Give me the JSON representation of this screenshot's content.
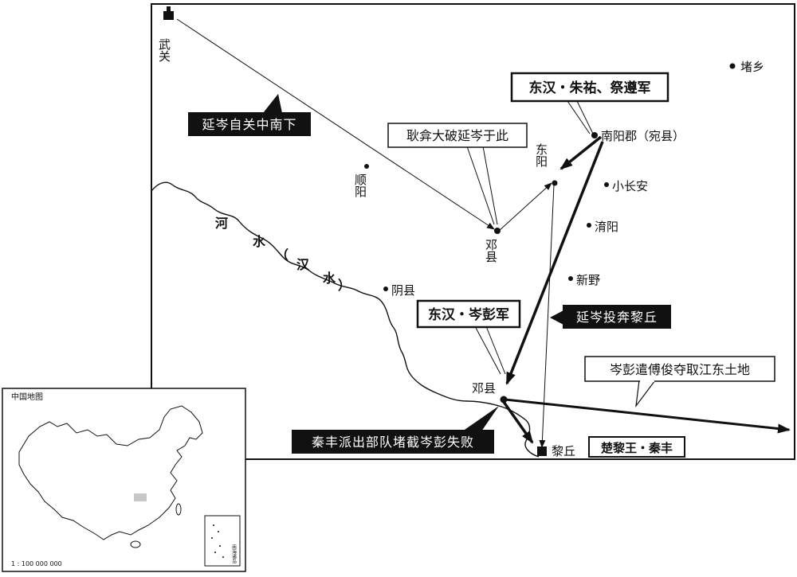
{
  "places": {
    "wuguan": "武关",
    "duxiang": "堵乡",
    "nanyang": "南阳郡（宛县）",
    "dongyang": "东阳",
    "shunyang": "顺阳",
    "xiaochangan": "小长安",
    "yuyang": "淯阳",
    "dengxian": "邓县",
    "xinye": "新野",
    "yinxian": "阴县",
    "dengxian2": "邓县",
    "liqiu": "黎丘"
  },
  "river": [
    "河",
    "水",
    "（",
    "汉",
    "水",
    "）"
  ],
  "labels": {
    "yancen_south": "延岑自关中南下",
    "genyan": "耿弇大破延岑于此",
    "donghan_zhuyou": "东汉・朱祐、祭遵军",
    "donghan_cenpeng": "东汉・岑彭军",
    "yancen_toben": "延岑投奔黎丘",
    "cenpeng_fujun": "岑彭遣傅俊夺取江东土地",
    "qinfeng_fail": "秦丰派出部队堵截岑彭失败",
    "chuliwang": "楚黎王・秦丰"
  },
  "inset": {
    "title": "中国地图",
    "scale": "1 : 100 000 000",
    "south_sea": "南海诸岛"
  },
  "colors": {
    "ink": "#111111",
    "paper": "#ffffff",
    "highlight": "#c8c8c8"
  },
  "icons": {
    "pass_marker": "fortress-icon",
    "capital_marker": "square-capital-icon"
  }
}
